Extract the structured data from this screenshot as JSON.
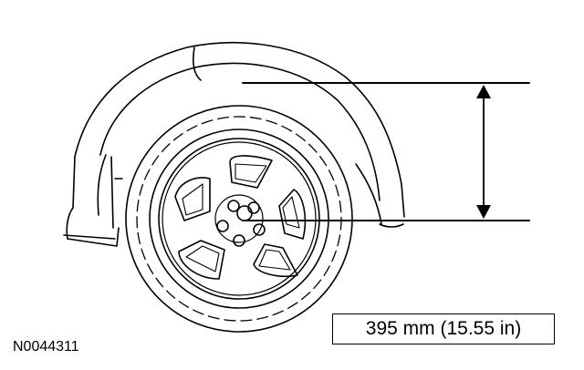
{
  "measurement": {
    "label": "395 mm (15.55 in)"
  },
  "figure": {
    "id": "N0044311"
  },
  "colors": {
    "line": "#000000",
    "background": "#ffffff"
  },
  "icons": {
    "arrow": "double-headed-vertical-arrow",
    "wheel": "five-spoke-wheel"
  }
}
